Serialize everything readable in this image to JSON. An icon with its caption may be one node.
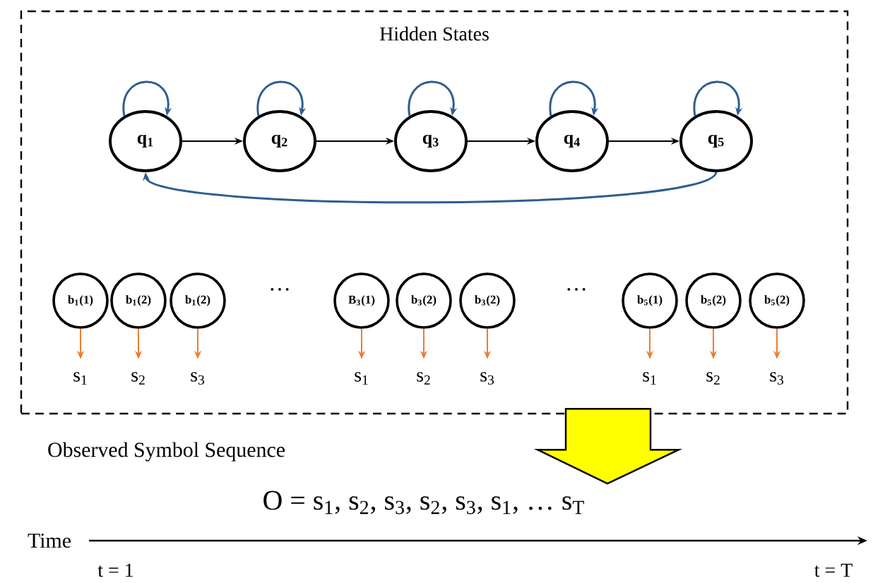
{
  "diagram": {
    "nodes": [
      {
        "text": [
          "Hidden States"
        ]
      },
      {
        "text": [
          "q$_{1}$"
        ],
        "in": 0
      },
      {
        "text": [
          "q$_{2}$"
        ],
        "in": 0
      },
      {
        "text": [
          "q$_{3}$"
        ],
        "in": 0
      },
      {
        "text": [
          "q$_{4}$"
        ],
        "in": 0
      },
      {
        "text": [
          "q$_{5}$"
        ],
        "in": 0
      },
      {
        "text": [
          "b$_{1}$(1)"
        ],
        "in": 0
      },
      {
        "text": [
          "b$_{1}$(2)"
        ],
        "in": 0
      },
      {
        "text": [
          "b$_{1}$(2)"
        ],
        "in": 0
      },
      {
        "text": [
          "B$_{3}$(1)"
        ],
        "in": 0
      },
      {
        "text": [
          "b$_{3}$(2)"
        ],
        "in": 0
      },
      {
        "text": [
          "b$_{3}$(2)"
        ],
        "in": 0
      },
      {
        "text": [
          "b$_{5}$(1)"
        ],
        "in": 0
      },
      {
        "text": [
          "b$_{5}$(2)"
        ],
        "in": 0
      },
      {
        "text": [
          "b$_{5}$(2)"
        ],
        "in": 0
      },
      {
        "text": [
          "s$_{1}$"
        ],
        "in": 0
      },
      {
        "text": [
          "s$_{2}$"
        ],
        "in": 0
      },
      {
        "text": [
          "s$_{3}$"
        ],
        "in": 0
      },
      {
        "text": [
          "s$_{1}$"
        ],
        "in": 0
      },
      {
        "text": [
          "s$_{2}$"
        ],
        "in": 0
      },
      {
        "text": [
          "s$_{3}$"
        ],
        "in": 0
      },
      {
        "text": [
          "s$_{1}$"
        ],
        "in": 0
      },
      {
        "text": [
          "s$_{2}$"
        ],
        "in": 0
      },
      {
        "text": [
          "s$_{3}$"
        ],
        "in": 0
      },
      {
        "text": [
          "O = s$_{1}$, s$_{2}$, s$_{3}$, s$_{2}$, s$_{3}$, s$_{1}$, … s$_{T}$"
        ]
      }
    ],
    "edges": [
      {
        "from": 1,
        "to": 1,
        "arrow": "to",
        "color": "#2e5d8f"
      },
      {
        "from": 2,
        "to": 2,
        "arrow": "to",
        "color": "#2e5d8f"
      },
      {
        "from": 3,
        "to": 3,
        "arrow": "to",
        "color": "#2e5d8f"
      },
      {
        "from": 4,
        "to": 4,
        "arrow": "to",
        "color": "#2e5d8f"
      },
      {
        "from": 5,
        "to": 5,
        "arrow": "to",
        "color": "#2e5d8f"
      },
      {
        "from": 1,
        "to": 2,
        "arrow": "to",
        "color": "#000000"
      },
      {
        "from": 2,
        "to": 3,
        "arrow": "to",
        "color": "#000000"
      },
      {
        "from": 3,
        "to": 4,
        "arrow": "to",
        "color": "#000000"
      },
      {
        "from": 4,
        "to": 5,
        "arrow": "to",
        "color": "#000000"
      },
      {
        "from": 5,
        "to": 1,
        "arrow": "to",
        "color": "#2e5d8f"
      },
      {
        "from": 6,
        "to": 15,
        "arrow": "to"
      },
      {
        "from": 7,
        "to": 16,
        "arrow": "to"
      },
      {
        "from": 8,
        "to": 17,
        "arrow": "to"
      },
      {
        "from": 9,
        "to": 18,
        "arrow": "to"
      },
      {
        "from": 10,
        "to": 19,
        "arrow": "to"
      },
      {
        "from": 11,
        "to": 20,
        "arrow": "to"
      },
      {
        "from": 12,
        "to": 21,
        "arrow": "to"
      },
      {
        "from": 13,
        "to": 22,
        "arrow": "to"
      },
      {
        "from": 14,
        "to": 23,
        "arrow": "to"
      },
      {
        "from": 0,
        "to": 24,
        "arrow": "to",
        "style": "thick",
        "color": "#ffff00"
      }
    ],
    "labels": [
      "…",
      "…",
      "Observed Symbol Sequence",
      "Time",
      "t = 1",
      "t = T"
    ]
  }
}
